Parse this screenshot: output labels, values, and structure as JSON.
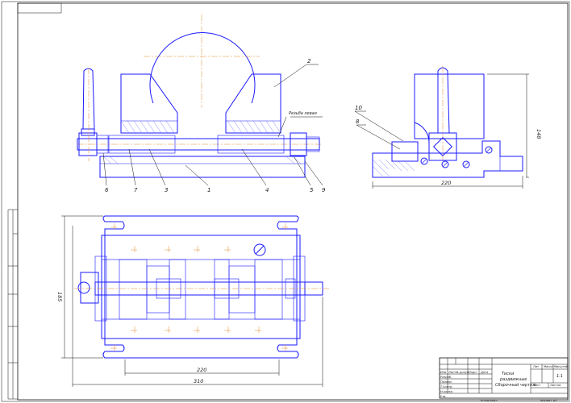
{
  "callouts": {
    "front": [
      "2",
      "6",
      "7",
      "3",
      "1",
      "4",
      "5",
      "9"
    ],
    "side": [
      "10",
      "8"
    ]
  },
  "notes": {
    "thread": "Резьба левая"
  },
  "dimensions": {
    "side_width": "220",
    "side_height": "148",
    "plan_inner": "220",
    "plan_outer": "310",
    "plan_height": "185"
  },
  "title_block": {
    "title_line1": "Тиски",
    "title_line2": "раздвижные",
    "title_line3": "Сборочный чертеж",
    "sheet_number": "1:1",
    "col_lit": "Лит",
    "col_mass": "Масса",
    "col_scale": "Масштаб",
    "sheet": "Лист",
    "sheets": "Листов",
    "row_izm": "Изм",
    "row_list": "Лист",
    "row_doc": "№ докум.",
    "row_sign": "Подп.",
    "row_date": "Дата",
    "row_razrab": "Разраб.",
    "row_prov": "Провер.",
    "row_tkontr": "Т.контр.",
    "row_nkontr": "Н.контр.",
    "row_utv": "Утв.",
    "copied": "Копировал",
    "format": "Формат A3"
  },
  "colors": {
    "outline": "#1a1aff",
    "frame": "#111111",
    "axis": "#e08a2a"
  }
}
